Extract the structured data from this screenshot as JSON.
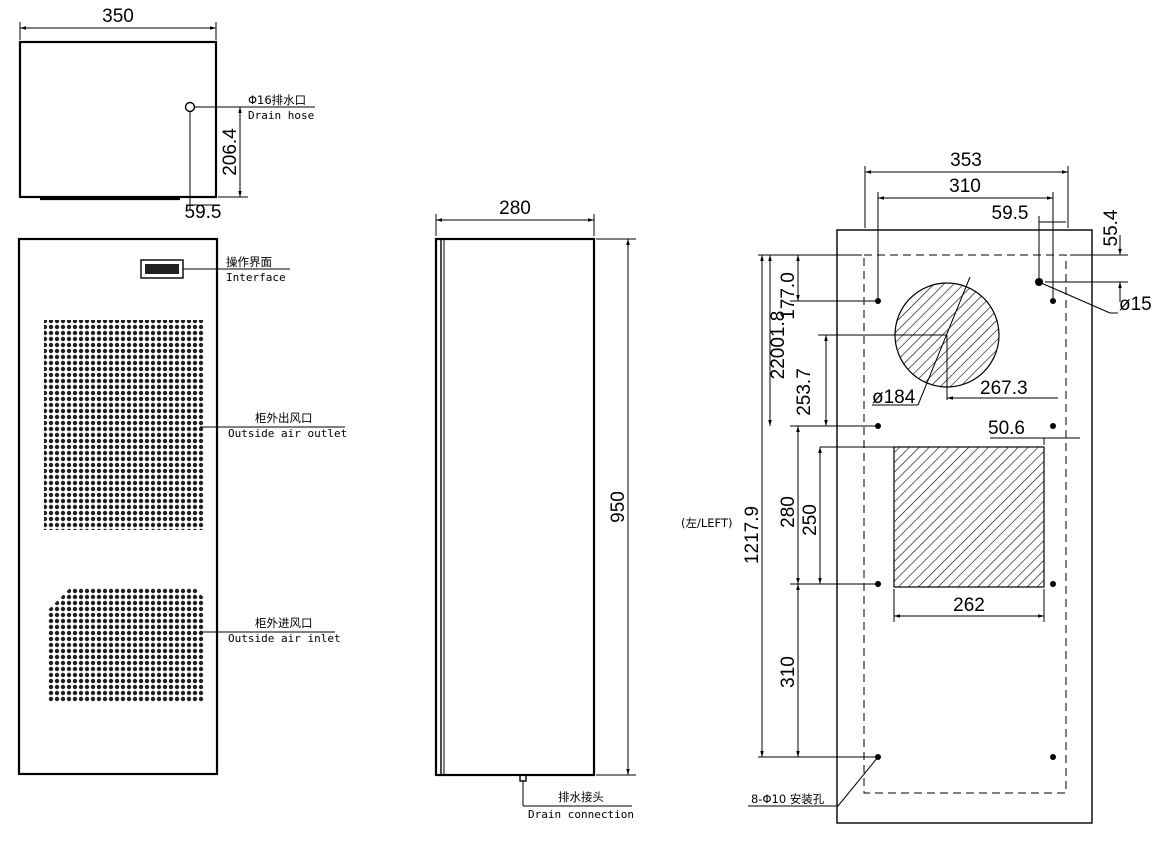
{
  "top_view": {
    "width_dim": "350",
    "drain_height_dim": "206.4",
    "drain_offset_dim": "59.5",
    "drain_label_cn": "Φ16排水口",
    "drain_label_en": "Drain hose"
  },
  "front_view": {
    "interface_label_cn": "操作界面",
    "interface_label_en": "Interface",
    "outlet_label_cn": "柜外出风口",
    "outlet_label_en": "Outside air outlet",
    "inlet_label_cn": "柜外进风口",
    "inlet_label_en": "Outside air inlet"
  },
  "side_view": {
    "depth_dim": "280",
    "height_dim": "950",
    "drain_conn_cn": "排水接头",
    "drain_conn_en": "Drain connection"
  },
  "cutout_view": {
    "overall_width": "353",
    "hole_span_width": "310",
    "drain_x": "59.5",
    "drain_y": "55.4",
    "drain_dia": "ø15",
    "dim_177": "177.0",
    "dim_2201": "22001.8",
    "dim_2537": "253.7",
    "circle_dia": "ø184",
    "dim_2673": "267.3",
    "dim_506": "50.6",
    "dim_280": "280",
    "dim_250": "250",
    "dim_12179": "1217.9",
    "dim_262": "262",
    "dim_310v": "310",
    "left_label": "(左/LEFT)",
    "mount_holes": "8-Φ10 安装孔"
  }
}
